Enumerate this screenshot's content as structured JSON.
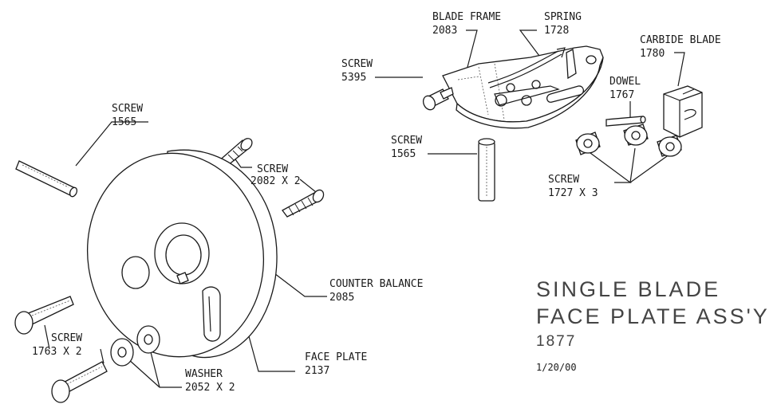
{
  "labels": {
    "blade_frame": {
      "name": "BLADE FRAME",
      "number": "2083"
    },
    "spring": {
      "name": "SPRING",
      "number": "1728"
    },
    "carbide_blade": {
      "name": "CARBIDE BLADE",
      "number": "1780"
    },
    "screw_5395": {
      "name": "SCREW",
      "number": "5395"
    },
    "dowel": {
      "name": "DOWEL",
      "number": "1767"
    },
    "screw_1565_right": {
      "name": "SCREW",
      "number": "1565"
    },
    "screw_1727": {
      "name": "SCREW",
      "number": "1727 X 3"
    },
    "screw_1565_left": {
      "name": "SCREW",
      "number": "1565"
    },
    "screw_2082": {
      "name": "SCREW",
      "number": "2082 X 2"
    },
    "counter_balance": {
      "name": "COUNTER BALANCE",
      "number": "2085"
    },
    "face_plate": {
      "name": "FACE PLATE",
      "number": "2137"
    },
    "screw_1763": {
      "name": "SCREW",
      "number": "1763 X 2"
    },
    "washer": {
      "name": "WASHER",
      "number": "2052 X 2"
    }
  },
  "title_block": {
    "line1": "SINGLE BLADE",
    "line2": "FACE PLATE ASS'Y",
    "part_number": "1877",
    "date": "1/20/00"
  },
  "colors": {
    "ink": "#1a1a1a",
    "title_ink": "#444444",
    "paper": "#ffffff"
  }
}
